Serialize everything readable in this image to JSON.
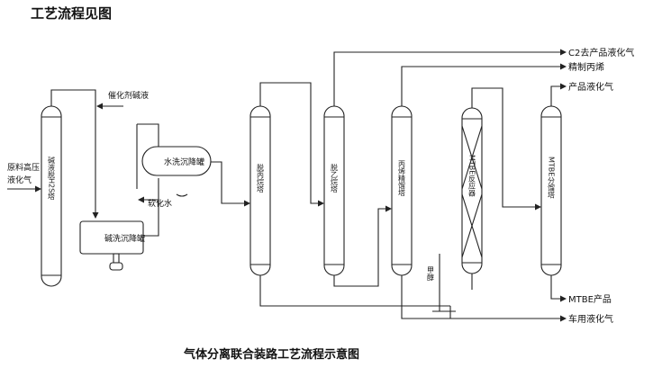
{
  "header": {
    "title": "工艺流程见图"
  },
  "caption": "气体分离联合装路工艺流程示意图",
  "labels": {
    "feed": [
      "原料高压",
      "液化气"
    ],
    "catalyst_caustic": "催化剂碱液",
    "soft_water": "软化水",
    "methanol": "甲醇",
    "c2_out": "C2去产品液化气",
    "refined_propylene": "精制丙烯",
    "product_lpg": "产品液化气",
    "mtbe_product": "MTBE产品",
    "vehicle_lpg": "车用液化气"
  },
  "columns": {
    "caustic_tower": "碱液脱H2S塔",
    "depropanizer": "脱丙烷塔",
    "deethanizer": "脱乙烷塔",
    "propylene_tower": "丙烯精馏塔",
    "mtbe_reactor": "MTBE反应器",
    "mtbe_fractionator": "MTBE分馏塔"
  },
  "vessels": {
    "caustic_settler": "碱洗沉降罐",
    "water_settler": "水洗沉降罐"
  }
}
